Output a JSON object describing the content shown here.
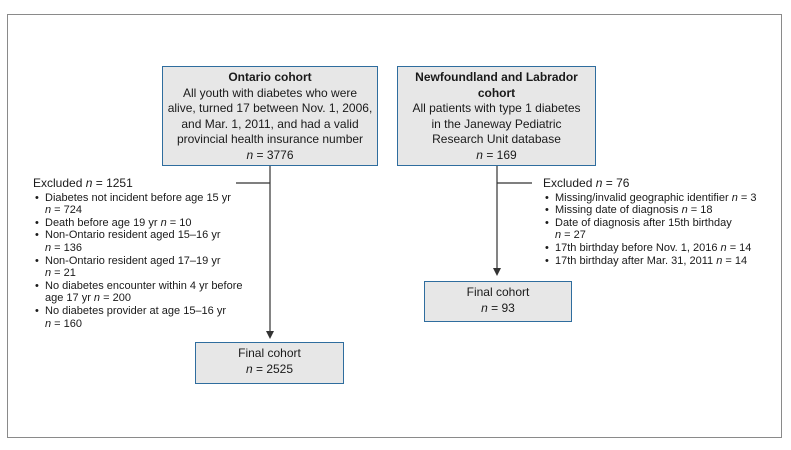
{
  "ontario": {
    "title": "Ontario cohort",
    "lines": [
      "All youth with diabetes who were",
      "alive, turned 17 between Nov. 1, 2006,",
      "and Mar. 1, 2011, and had a valid",
      "provincial health insurance number"
    ],
    "n_label": "n",
    "n_value": " = 3776",
    "excluded": {
      "label": "Excluded ",
      "n_label": "n",
      "n_value": " = 1251",
      "items": [
        {
          "text": "Diabetes not incident before age 15 yr",
          "n_value": " = 724"
        },
        {
          "text": "Death before age 19 yr ",
          "inline": true,
          "n_value": " = 10"
        },
        {
          "text": "Non-Ontario resident aged 15–16 yr",
          "n_value": " = 136"
        },
        {
          "text": "Non-Ontario resident aged 17–19 yr",
          "n_value": " = 21"
        },
        {
          "text": "No diabetes encounter within 4 yr before",
          "text2": "age 17 yr ",
          "n_value": " = 200"
        },
        {
          "text": "No diabetes provider at age 15–16 yr",
          "n_value": " = 160"
        }
      ]
    },
    "final": {
      "label": "Final cohort",
      "n_label": "n",
      "n_value": " = 2525"
    }
  },
  "nl": {
    "title_lines": [
      "Newfoundland and Labrador",
      "cohort"
    ],
    "lines": [
      "All patients with type 1 diabetes",
      "in the Janeway Pediatric",
      "Research Unit database"
    ],
    "n_label": "n",
    "n_value": " = 169",
    "excluded": {
      "label": "Excluded ",
      "n_label": "n",
      "n_value": " = 76",
      "items": [
        {
          "text": "Missing/invalid geographic identifier ",
          "n_value": " = 3"
        },
        {
          "text": "Missing date of diagnosis ",
          "n_value": " = 18"
        },
        {
          "text": "Date of diagnosis after 15th birthday",
          "n_value": " = 27",
          "wrap": true
        },
        {
          "text": "17th birthday before Nov. 1, 2016 ",
          "n_value": " = 14"
        },
        {
          "text": "17th birthday after Mar. 31, 2011 ",
          "n_value": " = 14"
        }
      ]
    },
    "final": {
      "label": "Final cohort",
      "n_label": "n",
      "n_value": " = 93"
    }
  }
}
